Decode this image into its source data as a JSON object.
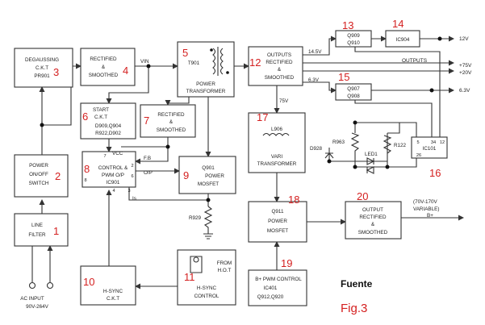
{
  "diagram": {
    "caption": {
      "title": "Fuente",
      "figure": "Fig.3"
    },
    "blocks": [
      {
        "id": "degaussing",
        "number": "3",
        "lines": [
          "DEGAUSSING",
          "C.K.T",
          "PR901"
        ]
      },
      {
        "id": "rect-smooth-vin",
        "number": "4",
        "lines": [
          "RECTIFIED",
          "&",
          "SMOOTHED"
        ]
      },
      {
        "id": "power-transformer",
        "number": "5",
        "lines": [
          "T901",
          "POWER",
          "TRANSFORMER"
        ]
      },
      {
        "id": "power-switch",
        "number": "2",
        "lines": [
          "POWER",
          "ON/OFF",
          "SWITCH"
        ]
      },
      {
        "id": "line-filter",
        "number": "1",
        "lines": [
          "LINE",
          "FILTER"
        ]
      },
      {
        "id": "start-ckt",
        "number": "6",
        "lines": [
          "START",
          "C.K.T",
          "D909,Q904",
          "R922,D902"
        ]
      },
      {
        "id": "rect-smooth-7",
        "number": "7",
        "lines": [
          "RECTIFIED",
          "&",
          "SMOOTHED"
        ]
      },
      {
        "id": "pwm-control",
        "number": "8",
        "lines": [
          "CONTROL &",
          "PWM O/P",
          "IC901"
        ]
      },
      {
        "id": "power-mosfet-q901",
        "number": "9",
        "lines": [
          "Q901",
          "POWER",
          "MOSFET"
        ]
      },
      {
        "id": "hsync-ckt",
        "number": "10",
        "lines": [
          "H-SYNC",
          "C.K.T"
        ]
      },
      {
        "id": "hsync-control",
        "number": "11",
        "lines": [
          "FROM",
          "H.O.T",
          "H-SYNC",
          "CONTROL"
        ]
      },
      {
        "id": "outputs-rect",
        "number": "12",
        "lines": [
          "OUTPUTS",
          "RECTIFIED",
          "&",
          "SMOOTHED"
        ]
      },
      {
        "id": "q909-q910",
        "number": "13",
        "lines": [
          "Q909",
          "Q910"
        ]
      },
      {
        "id": "ic904",
        "number": "14",
        "lines": [
          "IC904"
        ]
      },
      {
        "id": "q907-q908",
        "number": "15",
        "lines": [
          "Q907",
          "Q908"
        ]
      },
      {
        "id": "ic101",
        "number": "16",
        "lines": [
          "IC101"
        ]
      },
      {
        "id": "vari-transformer",
        "number": "17",
        "lines": [
          "L906",
          "VARI",
          "TRANSFORMER"
        ]
      },
      {
        "id": "q911-mosfet",
        "number": "18",
        "lines": [
          "Q911",
          "POWER",
          "MOSFET"
        ]
      },
      {
        "id": "b-pwm-control",
        "number": "19",
        "lines": [
          "B+ PWM CONTROL",
          "IC401",
          "Q912,Q920"
        ]
      },
      {
        "id": "output-rect-b",
        "number": "20",
        "lines": [
          "OUTPUT",
          "RECTIFIED",
          "&",
          "SMOOTHED"
        ]
      }
    ],
    "labels": {
      "ac_input": [
        "AC INPUT",
        "90V-264V"
      ],
      "vin": "VIN",
      "vcc": "VCC",
      "fb": "F.B",
      "op": "O/P",
      "is": "Is",
      "r929": "R929",
      "v145": "14.5V",
      "v63": "6.3V",
      "v75": "75V",
      "rail_12": "12V",
      "outputs": "OUTPUTS",
      "rail_75_20": [
        "+75V",
        "+20V"
      ],
      "rail_63": "6.3V",
      "d928": "D928",
      "r963": "R963",
      "r122": "R122",
      "led1": "LED1",
      "b_plus": [
        "(70V-170V",
        "VARIABLE)",
        "B+"
      ],
      "ic101_pins": [
        "5",
        "34",
        "12",
        "26"
      ],
      "pwm_pins": [
        "7",
        "8",
        "2",
        "6",
        "3",
        "4"
      ]
    }
  }
}
